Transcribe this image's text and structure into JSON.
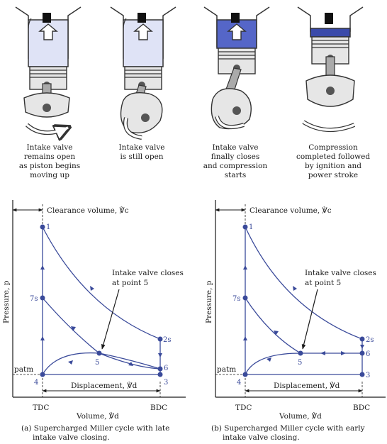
{
  "stages": [
    {
      "caption": [
        "Intake valve",
        "remains open",
        "as piston begins",
        "moving up"
      ]
    },
    {
      "caption": [
        "Intake valve",
        "is still open"
      ]
    },
    {
      "caption": [
        "Intake valve",
        "finally closes",
        "and compression",
        "starts"
      ]
    },
    {
      "caption": [
        "Compression",
        "completed followed",
        "by ignition and",
        "power stroke"
      ]
    }
  ],
  "diagrams": [
    {
      "clearance_label": "Clearance volume, ℣c",
      "annotation": [
        "Intake valve closes",
        "at point 5"
      ],
      "pressure_axis": "Pressure, p",
      "volume_axis": "Volume, ℣d",
      "displacement_label": "Displacement, ℣d",
      "patm_label": "patm",
      "tdc_label": "TDC",
      "bdc_label": "BDC",
      "points": {
        "p1": "1",
        "p7s": "7s",
        "p2s": "2s",
        "p5": "5",
        "p6": "6",
        "p4": "4",
        "p3": "3"
      },
      "caption": [
        "(a) Supercharged Miller cycle with late",
        "intake valve closing."
      ]
    },
    {
      "clearance_label": "Clearance volume, ℣c",
      "annotation": [
        "Intake valve closes",
        "at point 5"
      ],
      "pressure_axis": "Pressure, p",
      "volume_axis": "Volume, ℣d",
      "displacement_label": "Displacement, ℣d",
      "patm_label": "patm",
      "tdc_label": "TDC",
      "bdc_label": "BDC",
      "points": {
        "p1": "1",
        "p7s": "7s",
        "p2s": "2s",
        "p5": "5",
        "p6": "6",
        "p4": "4",
        "p3": "3"
      },
      "caption": [
        "(b) Supercharged Miller cycle with early",
        "intake valve closing."
      ]
    }
  ],
  "colors": {
    "ink": "#1a1a1a",
    "curve": "#3a4a9a",
    "gas_light": "#dfe3f6",
    "gas_dark": "#5566c8",
    "metal": "#e6e6e6",
    "metal_dark": "#bdbdbd"
  }
}
